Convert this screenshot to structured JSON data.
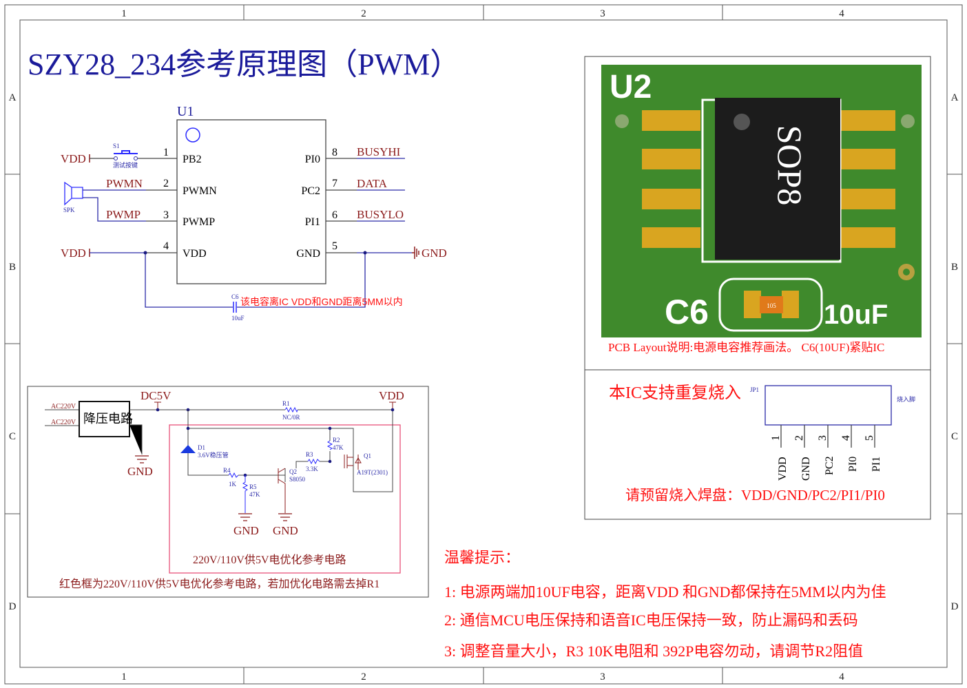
{
  "title": "SZY28_234参考原理图（PWM）",
  "border": {
    "columns": [
      "1",
      "2",
      "3",
      "4"
    ],
    "rows": [
      "A",
      "B",
      "C",
      "D"
    ]
  },
  "u1": {
    "ref": "U1",
    "left_pins": [
      {
        "num": "1",
        "name": "PB2",
        "net": "VDD"
      },
      {
        "num": "2",
        "name": "PWMN",
        "net": "PWMN"
      },
      {
        "num": "3",
        "name": "PWMP",
        "net": "PWMP"
      },
      {
        "num": "4",
        "name": "VDD",
        "net": "VDD"
      }
    ],
    "right_pins": [
      {
        "num": "8",
        "name": "PI0",
        "net": "BUSYHI"
      },
      {
        "num": "7",
        "name": "PC2",
        "net": "DATA"
      },
      {
        "num": "6",
        "name": "PI1",
        "net": "BUSYLO"
      },
      {
        "num": "5",
        "name": "GND",
        "net": "GND"
      }
    ]
  },
  "s1": {
    "ref": "S1",
    "label": "测试按键"
  },
  "spk": {
    "ref": "SPK"
  },
  "c6": {
    "ref": "C6",
    "value": "10uF",
    "note": "该电容离IC VDD和GND距离5MM以内"
  },
  "pcb": {
    "chip_ref": "U2",
    "package": "SOP8",
    "cap_ref": "C6",
    "cap_value": "10uF",
    "cap_code": "105",
    "caption": "PCB Layout说明:电源电容推荐画法。 C6(10UF)紧贴IC"
  },
  "burn": {
    "title": "本IC支持重复烧入",
    "ref": "JP1",
    "label": "烧入脚",
    "pins": [
      {
        "num": "1",
        "name": "VDD"
      },
      {
        "num": "2",
        "name": "GND"
      },
      {
        "num": "3",
        "name": "PC2"
      },
      {
        "num": "4",
        "name": "PI0"
      },
      {
        "num": "5",
        "name": "PI1"
      }
    ],
    "note": "请预留烧入焊盘：VDD/GND/PC2/PI1/PI0"
  },
  "power": {
    "ac1": "AC220V",
    "ac2": "AC220V",
    "block": "降压电路",
    "dc5v": "DC5V",
    "vdd": "VDD",
    "gnd": "GND",
    "r1": {
      "ref": "R1",
      "value": "NC/0R"
    },
    "d1": {
      "ref": "D1",
      "value": "3.6V稳压管"
    },
    "r2": {
      "ref": "R2",
      "value": "47K"
    },
    "r3": {
      "ref": "R3",
      "value": "3.3K"
    },
    "r4": {
      "ref": "R4",
      "value": "1K"
    },
    "r5": {
      "ref": "R5",
      "value": "47K"
    },
    "q1": {
      "ref": "Q1",
      "value": "A19T(2301)"
    },
    "q2": {
      "ref": "Q2",
      "value": "S8050"
    },
    "box_caption": "220V/110V供5V电优化参考电路",
    "note": "红色框为220V/110V供5V电优化参考电路，若加优化电路需去掉R1"
  },
  "tips": {
    "title": "温馨提示：",
    "items": [
      "1:  电源两端加10UF电容，距离VDD 和GND都保持在5MM以内为佳",
      "2:  通信MCU电压保持和语音IC电压保持一致，防止漏码和丢码",
      "3:  调整音量大小，R3 10K电阻和 392P电容勿动，请调节R2阻值"
    ]
  },
  "colors": {
    "net": "#8b1a1a",
    "wire": "#2a2aa8",
    "note": "#ff1010",
    "pcb_green": "#3f8a2c"
  }
}
